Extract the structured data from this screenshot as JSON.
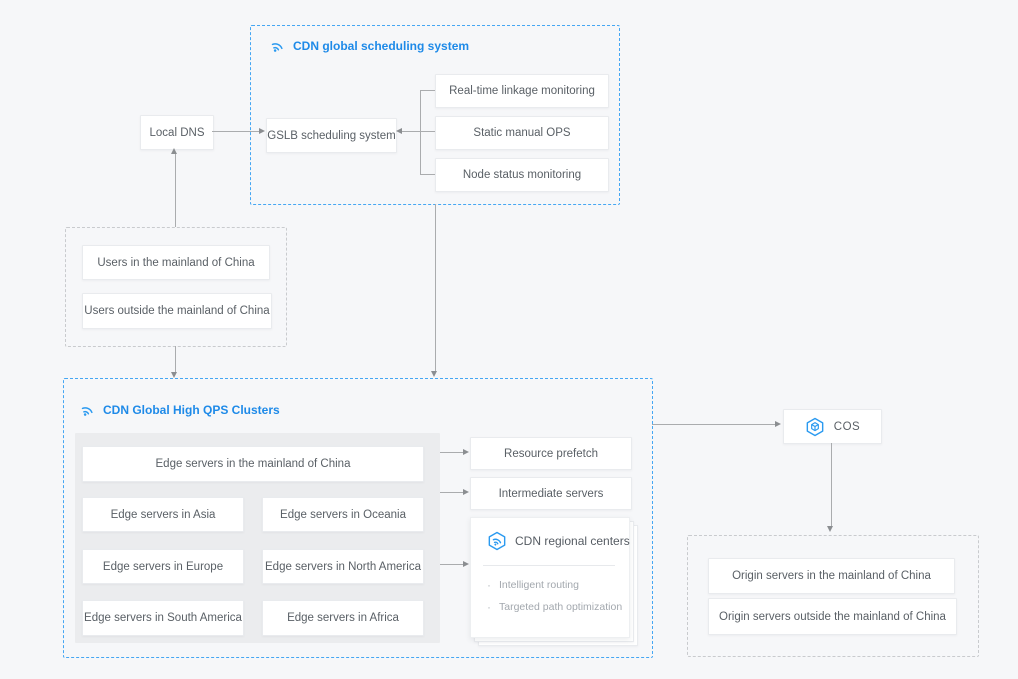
{
  "colors": {
    "accent_blue": "#1e8ae8",
    "icon_blue": "#2b9af0",
    "dashed_blue_border": "#45a7f3",
    "dashed_gray_border": "#c9cbce",
    "background": "#f6f7f9",
    "panel_gray": "#ebecee",
    "connector_gray": "#aaacae",
    "box_text": "#5a6066",
    "muted_text": "#a3a8ae"
  },
  "scheduling": {
    "title": "CDN global scheduling system",
    "gslb_label": "GSLB scheduling system",
    "monitors": [
      "Real-time linkage monitoring",
      "Static manual OPS",
      "Node status monitoring"
    ]
  },
  "local_dns_label": "Local DNS",
  "users": {
    "in_china": "Users in the mainland of China",
    "outside_china": "Users outside the mainland of China"
  },
  "clusters": {
    "title": "CDN Global High QPS Clusters",
    "edge_main": "Edge servers in the mainland of China",
    "edge_grid": [
      "Edge servers in Asia",
      "Edge servers in Oceania",
      "Edge servers in Europe",
      "Edge servers in North America",
      "Edge servers in South America",
      "Edge servers in Africa"
    ]
  },
  "services": {
    "resource_prefetch": "Resource prefetch",
    "intermediate_servers": "Intermediate servers"
  },
  "regional_centers": {
    "title": "CDN regional centers",
    "features": [
      "Intelligent routing",
      "Targeted path optimization"
    ]
  },
  "cos_label": "COS",
  "origins": {
    "in_china": "Origin servers in the mainland of China",
    "outside_china": "Origin servers outside the mainland of China"
  }
}
